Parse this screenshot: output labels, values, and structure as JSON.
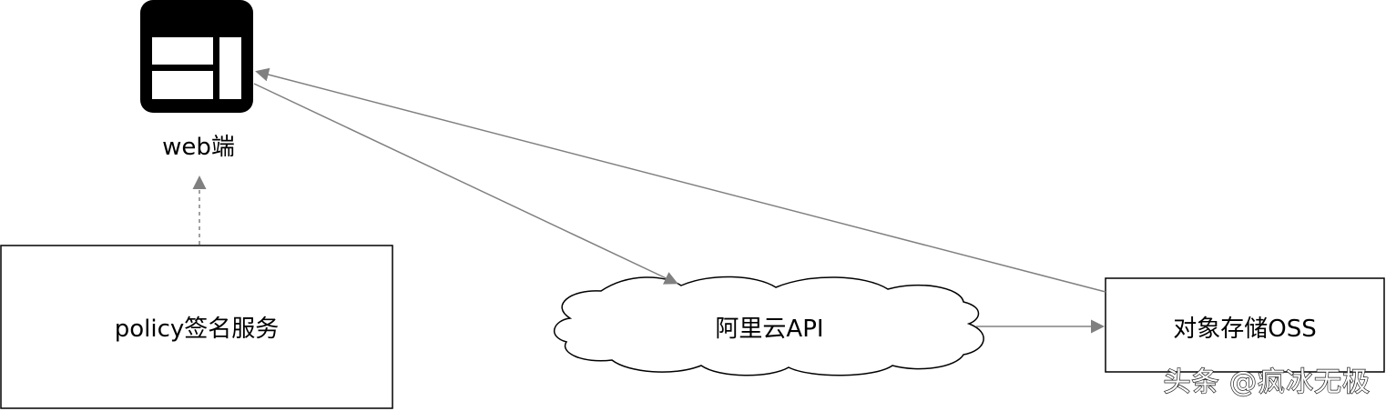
{
  "nodes": {
    "web_client": {
      "label": "web端",
      "icon": "web-browser-icon"
    },
    "policy_service": {
      "label": "policy签名服务"
    },
    "aliyun_api": {
      "label": "阿里云API",
      "shape": "cloud"
    },
    "oss": {
      "label": "对象存储OSS"
    }
  },
  "edges": [
    {
      "from": "policy_service",
      "to": "web_client",
      "style": "dashed"
    },
    {
      "from": "web_client",
      "to": "aliyun_api",
      "style": "solid"
    },
    {
      "from": "aliyun_api",
      "to": "oss",
      "style": "solid"
    },
    {
      "from": "oss",
      "to": "web_client",
      "style": "solid"
    }
  ],
  "watermark": "头条 @疯冰无极",
  "colors": {
    "line": "#808080",
    "border": "#000000",
    "icon": "#000000",
    "background": "#ffffff"
  }
}
